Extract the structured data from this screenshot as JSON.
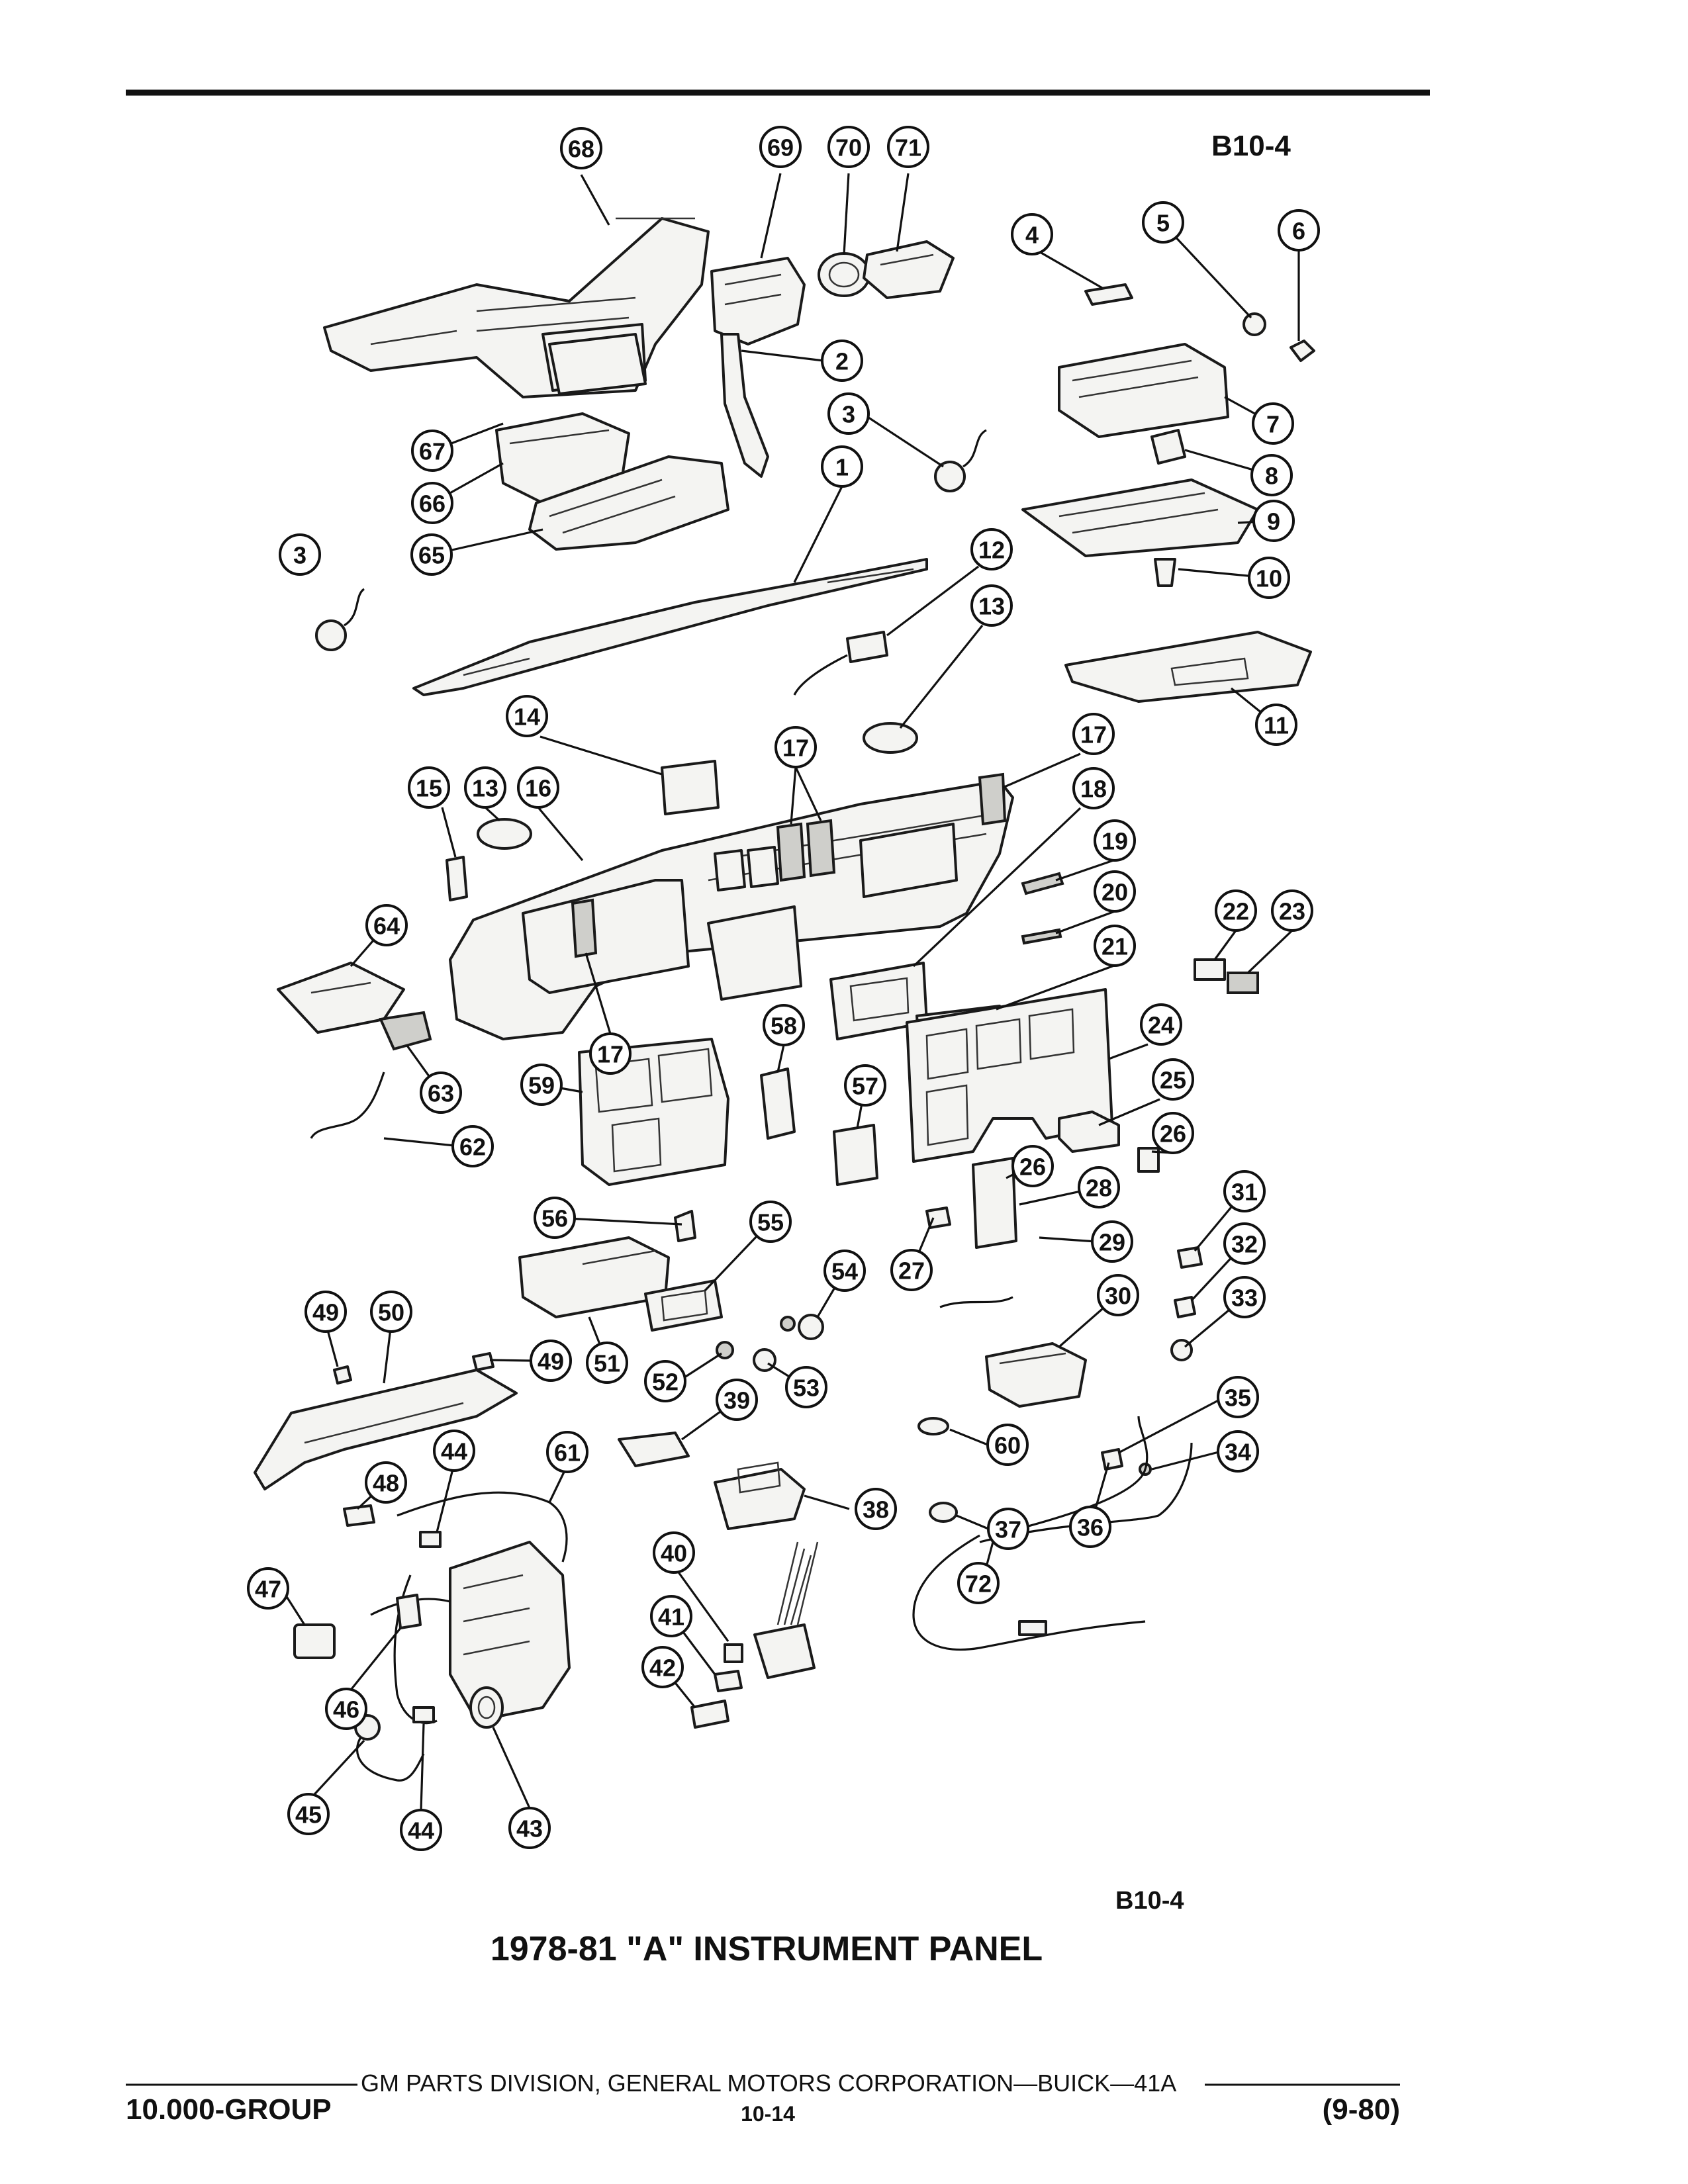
{
  "diagram_code_top": "B10-4",
  "diagram_code_bottom": "B10-4",
  "title": "1978-81 \"A\" INSTRUMENT PANEL",
  "footer": {
    "division": "GM PARTS DIVISION, GENERAL MOTORS CORPORATION—BUICK—41A",
    "group": "10.000-GROUP",
    "page": "10-14",
    "date": "(9-80)"
  },
  "callouts": [
    "68",
    "69",
    "70",
    "71",
    "4",
    "5",
    "6",
    "2",
    "3",
    "7",
    "8",
    "1",
    "67",
    "66",
    "65",
    "9",
    "3",
    "10",
    "12",
    "13",
    "11",
    "14",
    "17",
    "17",
    "15",
    "13",
    "16",
    "18",
    "19",
    "20",
    "22",
    "23",
    "64",
    "21",
    "24",
    "17",
    "58",
    "59",
    "57",
    "25",
    "26",
    "63",
    "62",
    "26",
    "28",
    "56",
    "55",
    "31",
    "27",
    "29",
    "32",
    "54",
    "30",
    "33",
    "49",
    "50",
    "49",
    "51",
    "52",
    "53",
    "39",
    "35",
    "60",
    "34",
    "44",
    "61",
    "48",
    "38",
    "37",
    "36",
    "40",
    "47",
    "72",
    "41",
    "46",
    "42",
    "45",
    "44",
    "43"
  ],
  "colors": {
    "ink": "#111111",
    "paper": "#ffffff",
    "part_fill": "#f4f4f2",
    "part_shade": "#cfcfcb"
  }
}
